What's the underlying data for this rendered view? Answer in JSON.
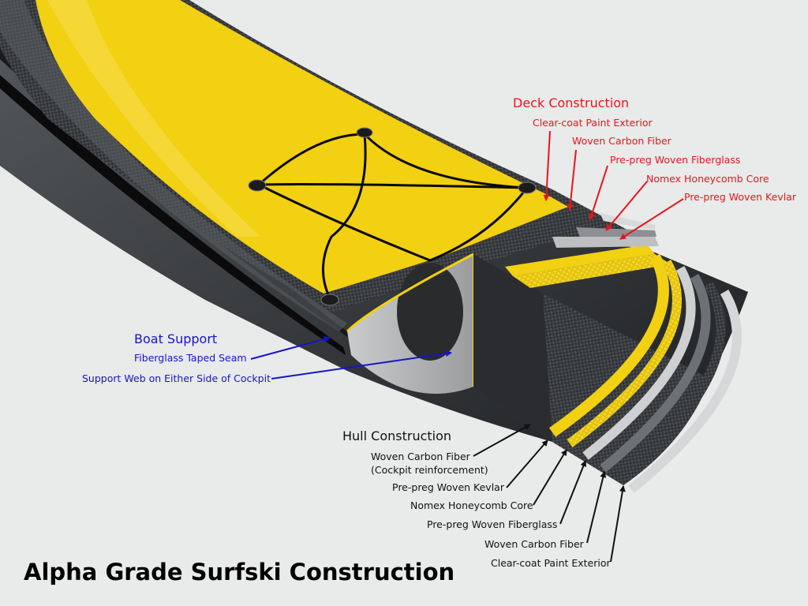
{
  "title": "Alpha Grade Surfski Construction",
  "deck": {
    "heading": "Deck Construction",
    "layers": [
      "Clear-coat Paint Exterior",
      "Woven Carbon Fiber",
      "Pre-preg Woven Fiberglass",
      "Nomex Honeycomb Core",
      "Pre-preg Woven Kevlar"
    ]
  },
  "support": {
    "heading": "Boat Support",
    "items": [
      "Fiberglass Taped Seam",
      "Support Web on Either Side of Cockpit"
    ]
  },
  "hull": {
    "heading": "Hull Construction",
    "layers": [
      "Woven Carbon Fiber",
      "(Cockpit reinforcement)",
      "Pre-preg Woven Kevlar",
      "Nomex Honeycomb Core",
      "Pre-preg Woven Fiberglass",
      "Woven Carbon Fiber",
      "Clear-coat Paint Exterior"
    ]
  },
  "colors": {
    "deck_label": "#e8141e",
    "support_label": "#1515c8",
    "hull_label": "#111111",
    "yellow": "#f2d012",
    "carbon": "#3a3c3f"
  }
}
